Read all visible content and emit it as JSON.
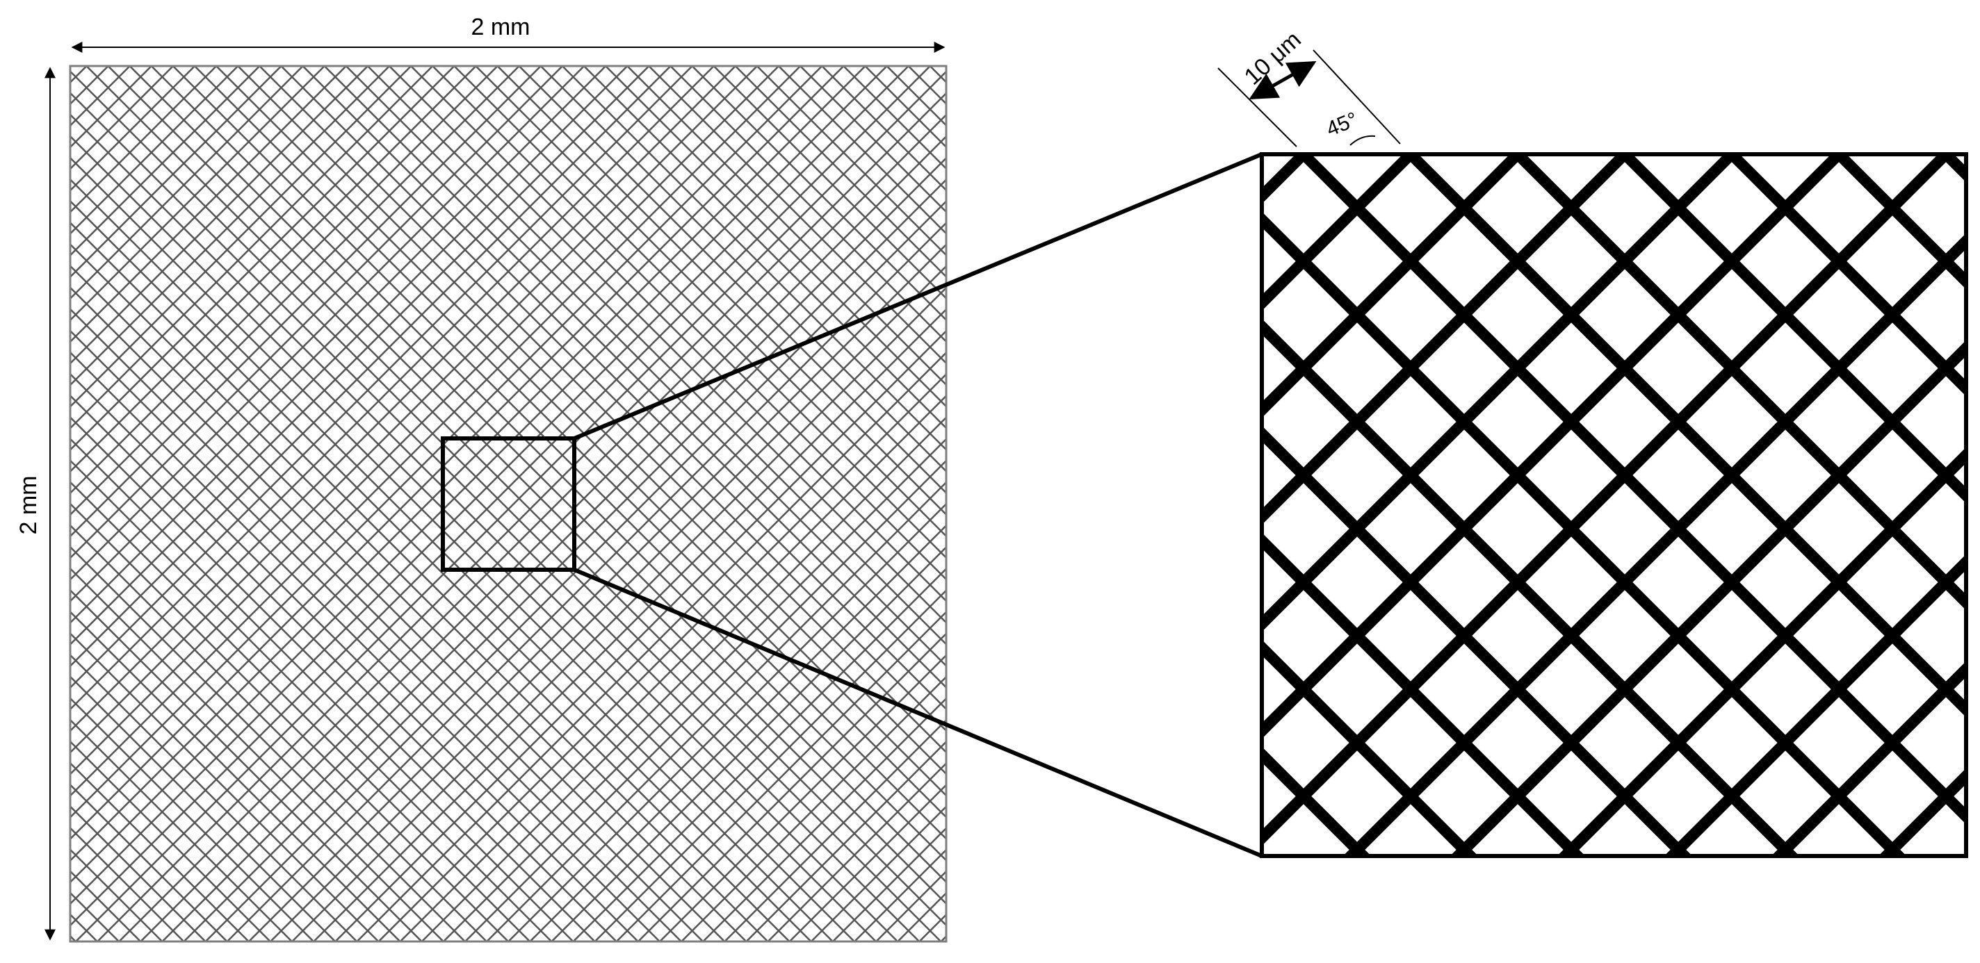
{
  "figure": {
    "overview": {
      "width_label": "2 mm",
      "height_label": "2 mm"
    },
    "zoom": {
      "spacing_label": "10 μm",
      "angle_label": "45°"
    }
  },
  "colors": {
    "line": "#000000",
    "background": "#ffffff",
    "overview_border": "#7f7f7f",
    "overview_mesh": "#555555"
  }
}
